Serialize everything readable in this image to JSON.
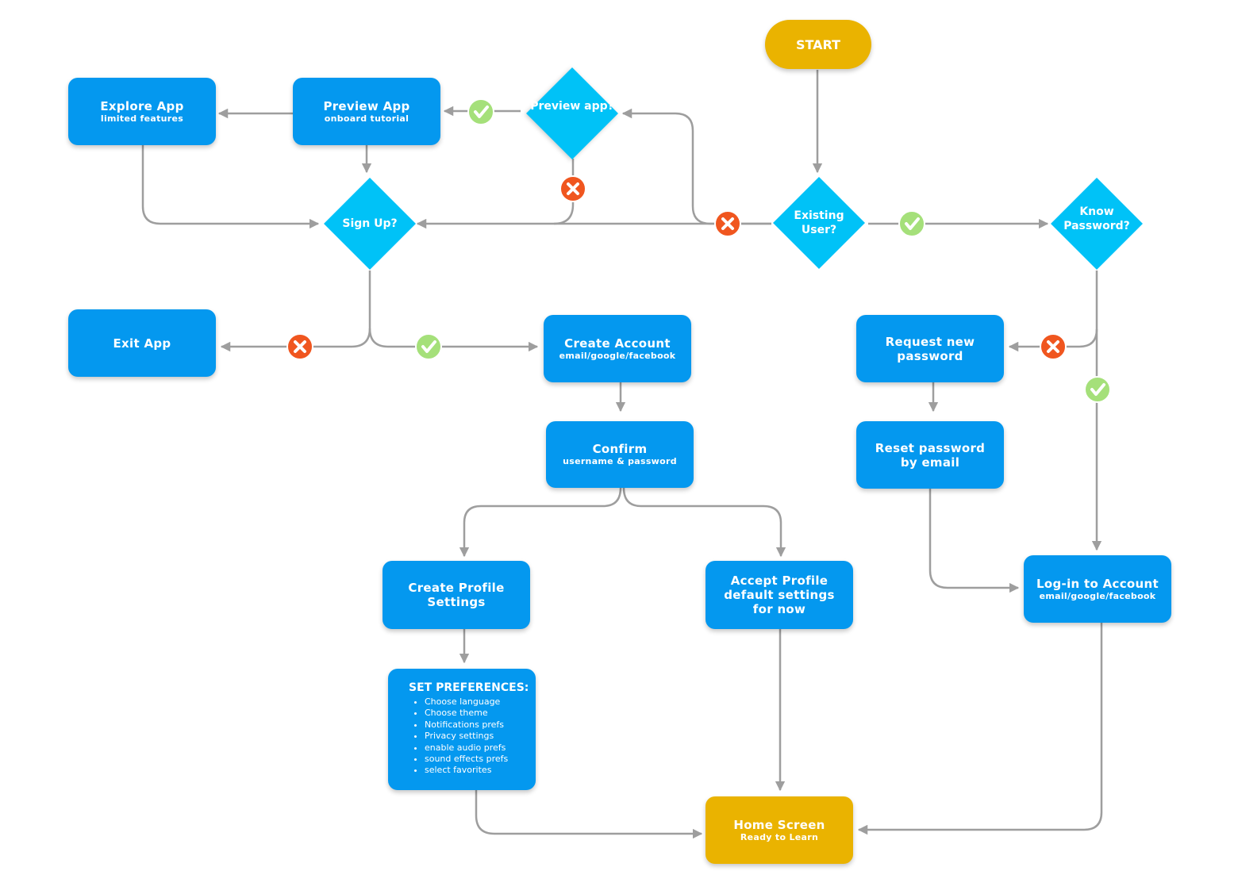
{
  "start": "START",
  "decisions": {
    "preview": "Preview app?",
    "signup": "Sign Up?",
    "existing": "Existing User?",
    "know_password": "Know Password?"
  },
  "nodes": {
    "explore": {
      "title": "Explore App",
      "sub": "limited features"
    },
    "preview": {
      "title": "Preview App",
      "sub": "onboard tutorial"
    },
    "exit": {
      "title": "Exit App"
    },
    "create_account": {
      "title": "Create Account",
      "sub": "email/google/facebook"
    },
    "confirm": {
      "title": "Confirm",
      "sub": "username & password"
    },
    "create_profile": {
      "title": "Create Profile Settings"
    },
    "accept_profile": {
      "title": "Accept Profile default settings for now"
    },
    "request_password": {
      "title": "Request new password"
    },
    "reset_password": {
      "title": "Reset password by email"
    },
    "login": {
      "title": "Log-in to Account",
      "sub": "email/google/facebook"
    },
    "home": {
      "title": "Home Screen",
      "sub": "Ready to Learn"
    }
  },
  "preferences": {
    "heading": "SET PREFERENCES:",
    "items": [
      "Choose language",
      "Choose theme",
      "Notifications prefs",
      "Privacy settings",
      "enable  audio prefs",
      "sound effects prefs",
      "select favorites"
    ]
  },
  "colors": {
    "box": "#0498ef",
    "decision": "#00c2f7",
    "terminal": "#eab300",
    "connector": "#9e9e9e",
    "yes": "#a5e07a",
    "no": "#f0561f"
  },
  "icons": {
    "yes": "check-icon",
    "no": "cross-icon"
  }
}
